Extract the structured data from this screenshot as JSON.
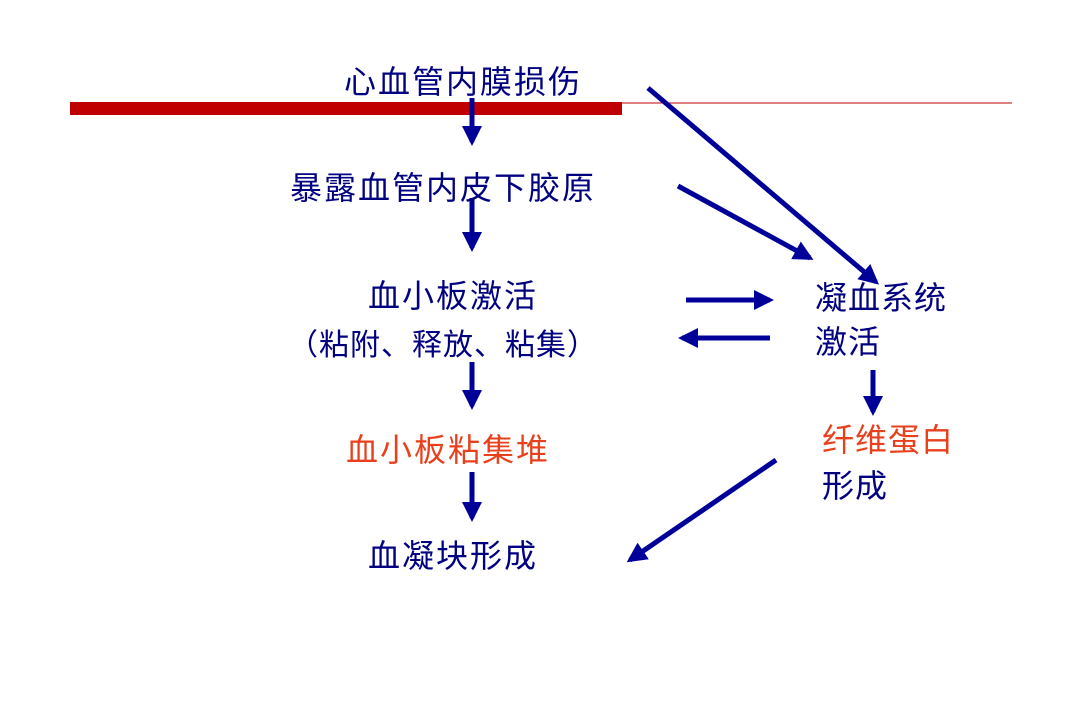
{
  "colors": {
    "arrow": "#000099",
    "text_blue": "#000080",
    "text_red": "#e8401c",
    "rule_red": "#c00000"
  },
  "nodes": {
    "endothelial_injury": "心血管内膜损伤",
    "collagen_exposure": "暴露血管内皮下胶原",
    "platelet_activation": "血小板激活",
    "platelet_activation_detail": "（粘附、释放、粘集）",
    "platelet_aggregate": "血小板粘集堆",
    "thrombus_formation": "血凝块形成",
    "coagulation_line1": "凝血系统",
    "coagulation_line2": "激活",
    "fibrin_line1": "纤维蛋白",
    "fibrin_line2": "形成"
  }
}
